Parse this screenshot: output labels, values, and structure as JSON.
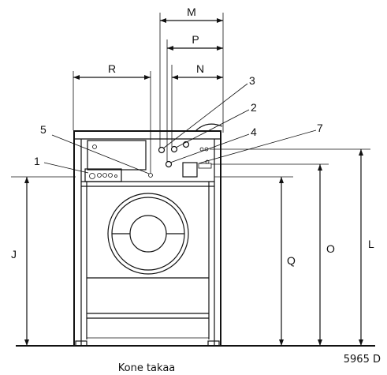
{
  "dimension_labels": {
    "M": "M",
    "P": "P",
    "N": "N",
    "R": "R",
    "J": "J",
    "Q": "Q",
    "O": "O",
    "L": "L"
  },
  "callouts": {
    "c1": "1",
    "c2": "2",
    "c3": "3",
    "c4": "4",
    "c5": "5",
    "c7": "7"
  },
  "drawing_number": "5965 D",
  "caption": "Kone takaa"
}
